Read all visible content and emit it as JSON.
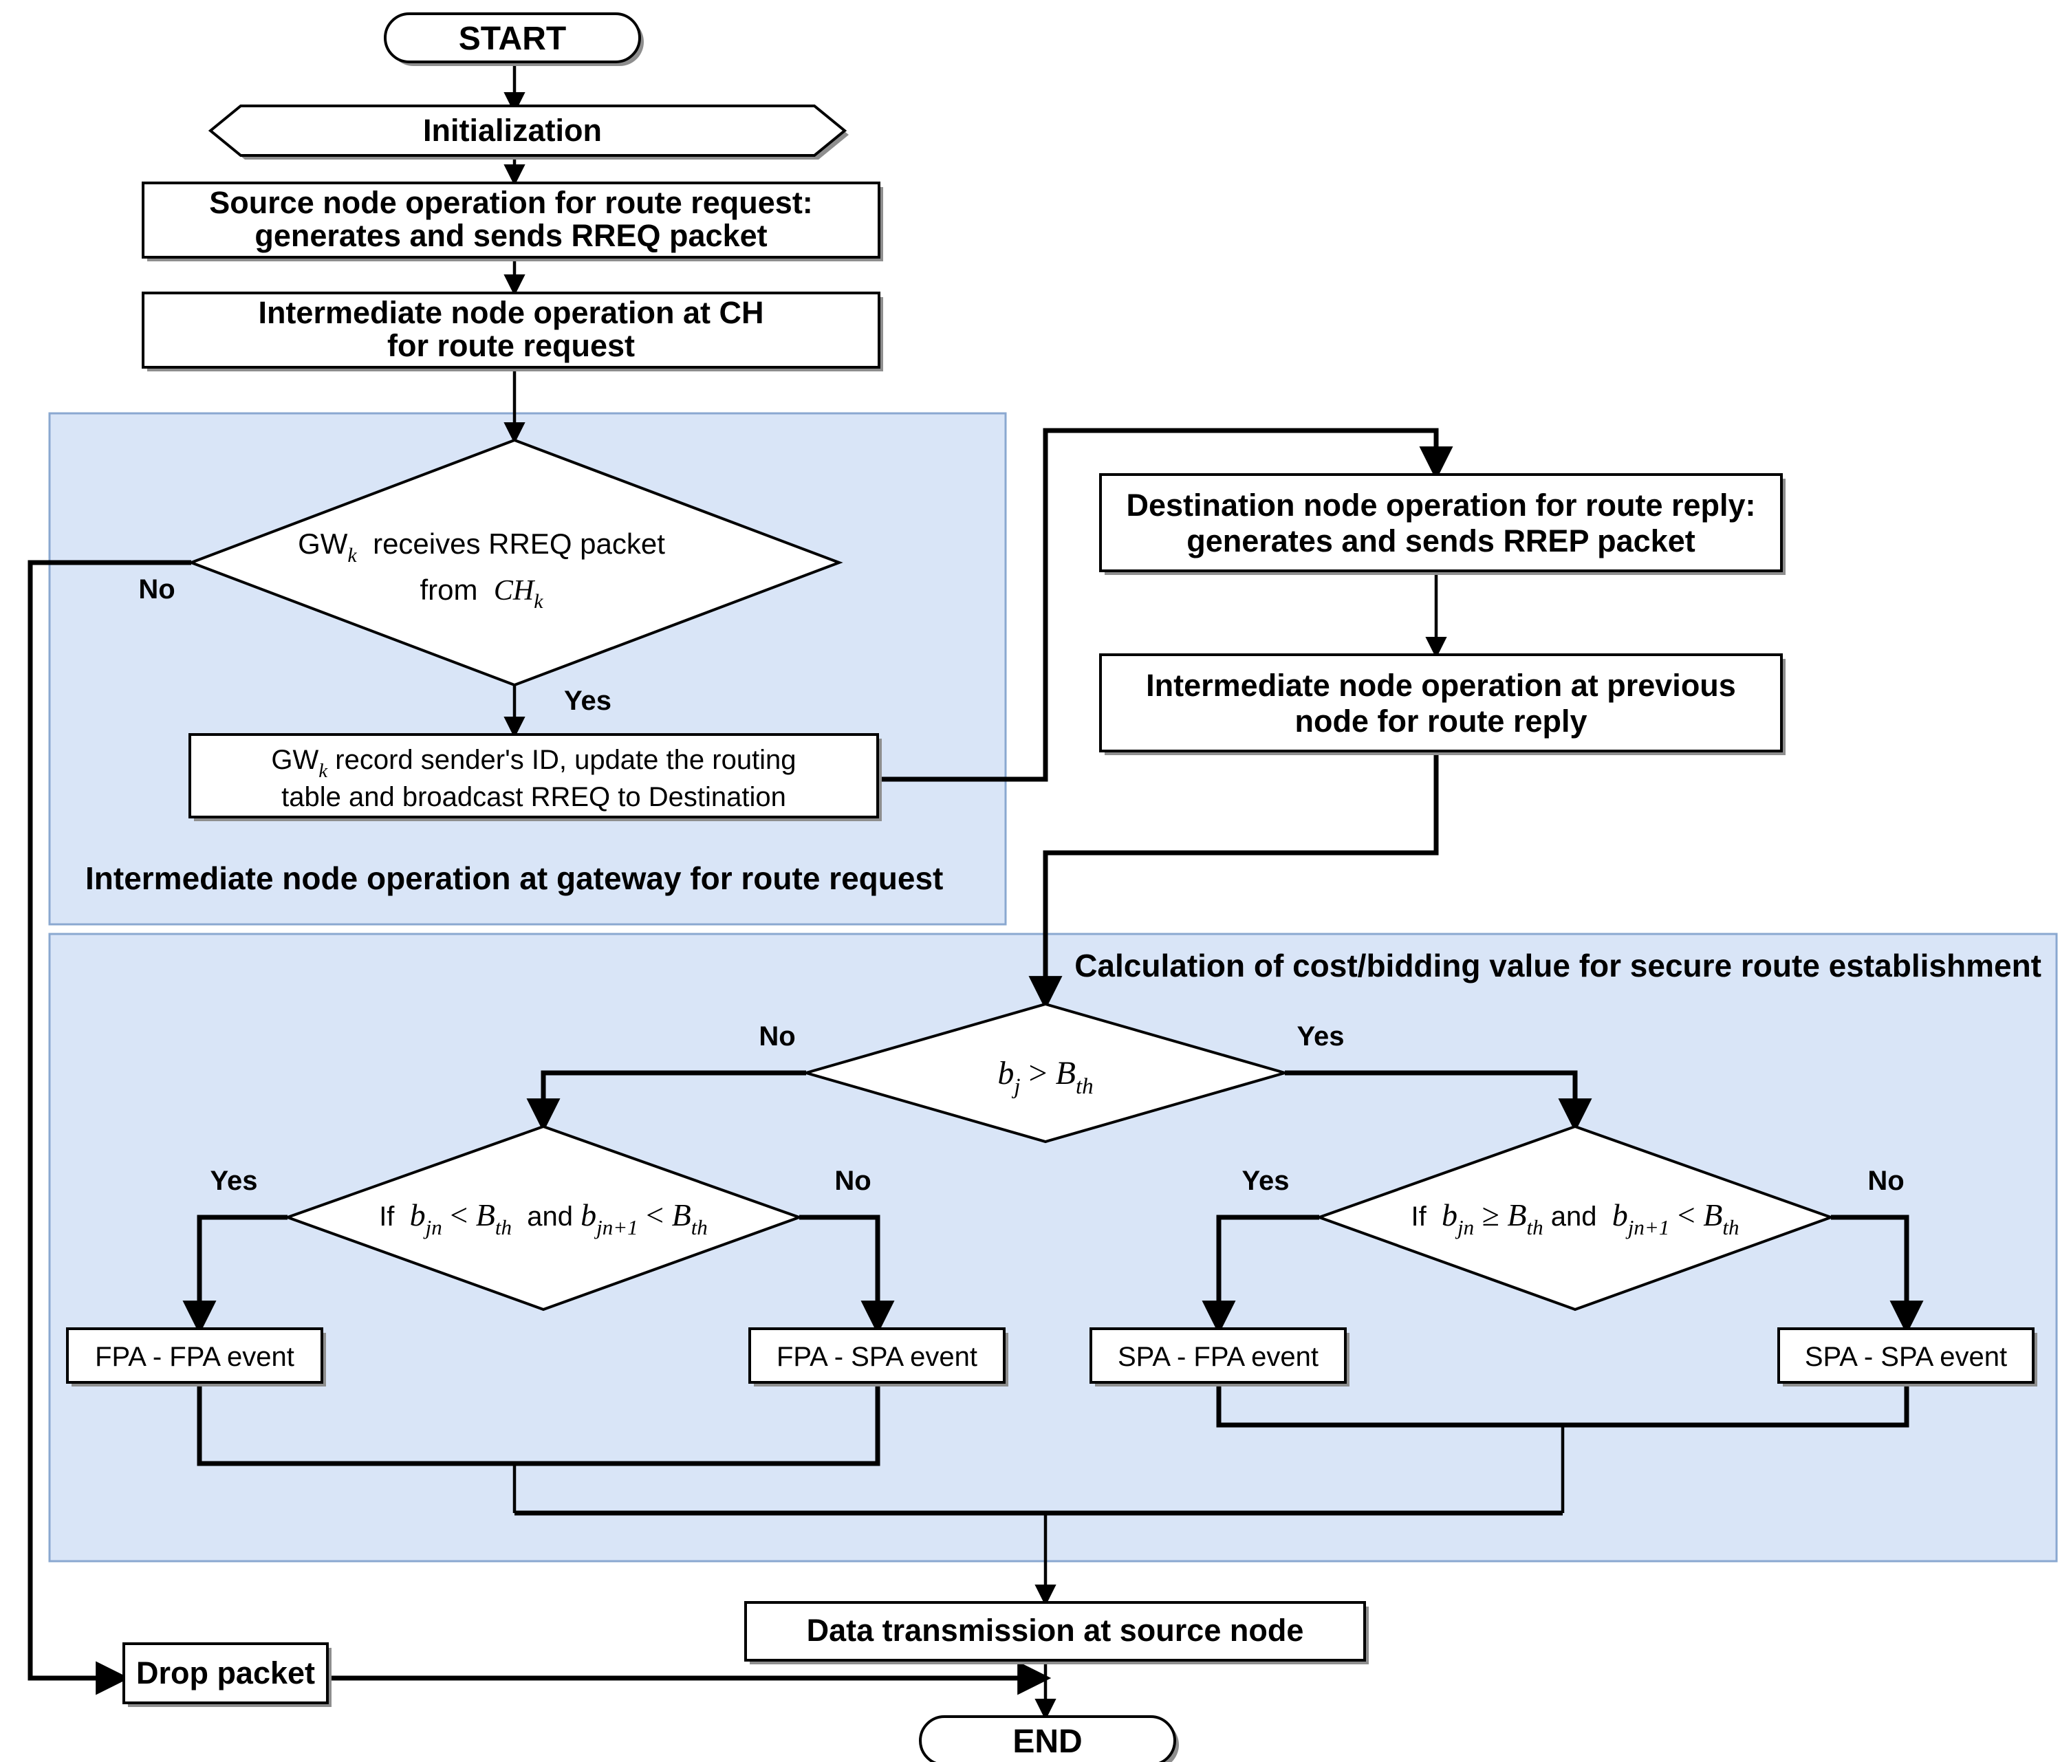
{
  "diagram": {
    "title": "Secure routing protocol flowchart",
    "colors": {
      "panel_fill": "#d9e5f7",
      "panel_stroke": "#8aa8d0",
      "shape_fill": "#ffffff",
      "line": "#000000"
    }
  },
  "panels": [
    {
      "id": "gateway-panel",
      "title": "Intermediate node operation at gateway for route request"
    },
    {
      "id": "cost-panel",
      "title": "Calculation of cost/bidding value for secure route establishment"
    }
  ],
  "nodes": {
    "start": {
      "label": "START",
      "shape": "terminator"
    },
    "initialization": {
      "label": "Initialization",
      "shape": "hexagon"
    },
    "source_node": {
      "line1": "Source node operation for route request:",
      "line2": "generates and sends RREQ packet",
      "shape": "process"
    },
    "intermediate_ch": {
      "line1": "Intermediate node operation at CH",
      "line2": "for route request",
      "shape": "process"
    },
    "gw_receives": {
      "line1_a": "GW",
      "line1_sub": "k",
      "line1_b": "receives RREQ packet",
      "line2_a": "from",
      "line2_b": "CH",
      "line2_sub": "k",
      "shape": "decision"
    },
    "gw_record": {
      "line1_a": "GW",
      "line1_sub": "k",
      "line1_b": "record sender's ID, update the routing",
      "line2": "table and broadcast RREQ to Destination",
      "shape": "process"
    },
    "destination_node": {
      "line1": "Destination node operation for route reply:",
      "line2": "generates and sends RREP packet",
      "shape": "process"
    },
    "intermediate_prev": {
      "line1": "Intermediate node operation at previous",
      "line2": "node for route reply",
      "shape": "process"
    },
    "bid_threshold": {
      "expr_b": "b",
      "expr_b_sub": "j",
      "expr_op": ">",
      "expr_B": "B",
      "expr_B_sub": "th",
      "shape": "decision"
    },
    "cond_left": {
      "if": "If",
      "b1": "b",
      "b1_sub": "jn",
      "op1": "<",
      "B1": "B",
      "B1_sub": "th",
      "and": "and",
      "b2": "b",
      "b2_sub": "jn+1",
      "op2": "<",
      "B2": "B",
      "B2_sub": "th",
      "shape": "decision"
    },
    "cond_right": {
      "if": "If",
      "b1": "b",
      "b1_sub": "jn",
      "op1": "≥",
      "B1": "B",
      "B1_sub": "th",
      "and": "and",
      "b2": "b",
      "b2_sub": "jn+1",
      "op2": "<",
      "B2": "B",
      "B2_sub": "th",
      "shape": "decision"
    },
    "fpa_fpa": {
      "label": "FPA - FPA event",
      "shape": "process"
    },
    "fpa_spa": {
      "label": "FPA - SPA event",
      "shape": "process"
    },
    "spa_fpa": {
      "label": "SPA - FPA event",
      "shape": "process"
    },
    "spa_spa": {
      "label": "SPA - SPA event",
      "shape": "process"
    },
    "data_transmission": {
      "label": "Data transmission at source node",
      "shape": "process"
    },
    "drop_packet": {
      "label": "Drop packet",
      "shape": "process"
    },
    "end": {
      "label": "END",
      "shape": "terminator"
    }
  },
  "edge_labels": {
    "gw_no": "No",
    "gw_yes": "Yes",
    "bid_no": "No",
    "bid_yes": "Yes",
    "left_yes": "Yes",
    "left_no": "No",
    "right_yes": "Yes",
    "right_no": "No"
  }
}
